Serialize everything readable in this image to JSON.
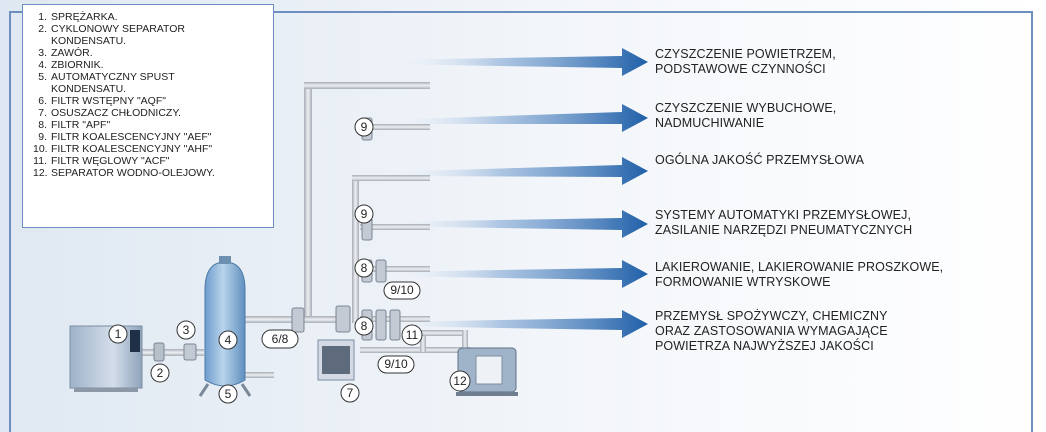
{
  "legend": {
    "items": [
      {
        "num": "1.",
        "text": "SPRĘŻARKA."
      },
      {
        "num": "2.",
        "text": "CYKLONOWY SEPARATOR",
        "cont": "KONDENSATU."
      },
      {
        "num": "3.",
        "text": "ZAWÓR."
      },
      {
        "num": "4.",
        "text": "ZBIORNIK."
      },
      {
        "num": "5.",
        "text": "AUTOMATYCZNY SPUST",
        "cont": "KONDENSATU."
      },
      {
        "num": "6.",
        "text": "FILTR WSTĘPNY \"AQF\""
      },
      {
        "num": "7.",
        "text": "OSUSZACZ CHŁODNICZY."
      },
      {
        "num": "8.",
        "text": "FILTR \"APF\""
      },
      {
        "num": "9.",
        "text": "FILTR KOALESCENCYJNY \"AEF\""
      },
      {
        "num": "10.",
        "text": "FILTR KOALESCENCYJNY \"AHF\""
      },
      {
        "num": "11.",
        "text": "FILTR WĘGLOWY \"ACF\""
      },
      {
        "num": "12.",
        "text": "SEPARATOR WODNO-OLEJOWY."
      }
    ]
  },
  "applications": [
    {
      "line1": "CZYSZCZENIE POWIETRZEM,",
      "line2": "PODSTAWOWE CZYNNOŚCI"
    },
    {
      "line1": "CZYSZCZENIE WYBUCHOWE,",
      "line2": "NADMUCHIWANIE"
    },
    {
      "line1": "OGÓLNA JAKOŚĆ PRZEMYSŁOWA"
    },
    {
      "line1": "SYSTEMY AUTOMATYKI PRZEMYSŁOWEJ,",
      "line2": "ZASILANIE NARZĘDZI PNEUMATYCZNYCH"
    },
    {
      "line1": "LAKIEROWANIE, LAKIEROWANIE PROSZKOWE,",
      "line2": "FORMOWANIE WTRYSKOWE"
    },
    {
      "line1": "PRZEMYSŁ SPOŻYWCZY, CHEMICZNY",
      "line2": "ORAZ ZASTOSOWANIA WYMAGAJĄCE",
      "line3": "POWIETRZA NAJWYŻSZEJ JAKOŚCI"
    }
  ],
  "components": {
    "c1": "1",
    "c2": "2",
    "c3": "3",
    "c4": "4",
    "c5": "5",
    "c6_8": "6/8",
    "c7": "7",
    "c8a": "8",
    "c8b": "8",
    "c9a": "9",
    "c9b": "9",
    "c9_10a": "9/10",
    "c9_10b": "9/10",
    "c11": "11",
    "c12": "12"
  },
  "colors": {
    "frame": "#6d8fc0",
    "arrow": "#1f5fa8",
    "pipe": "#c9cdd2",
    "tank": "#8fb8de",
    "compressor": "#b5c4d6"
  }
}
